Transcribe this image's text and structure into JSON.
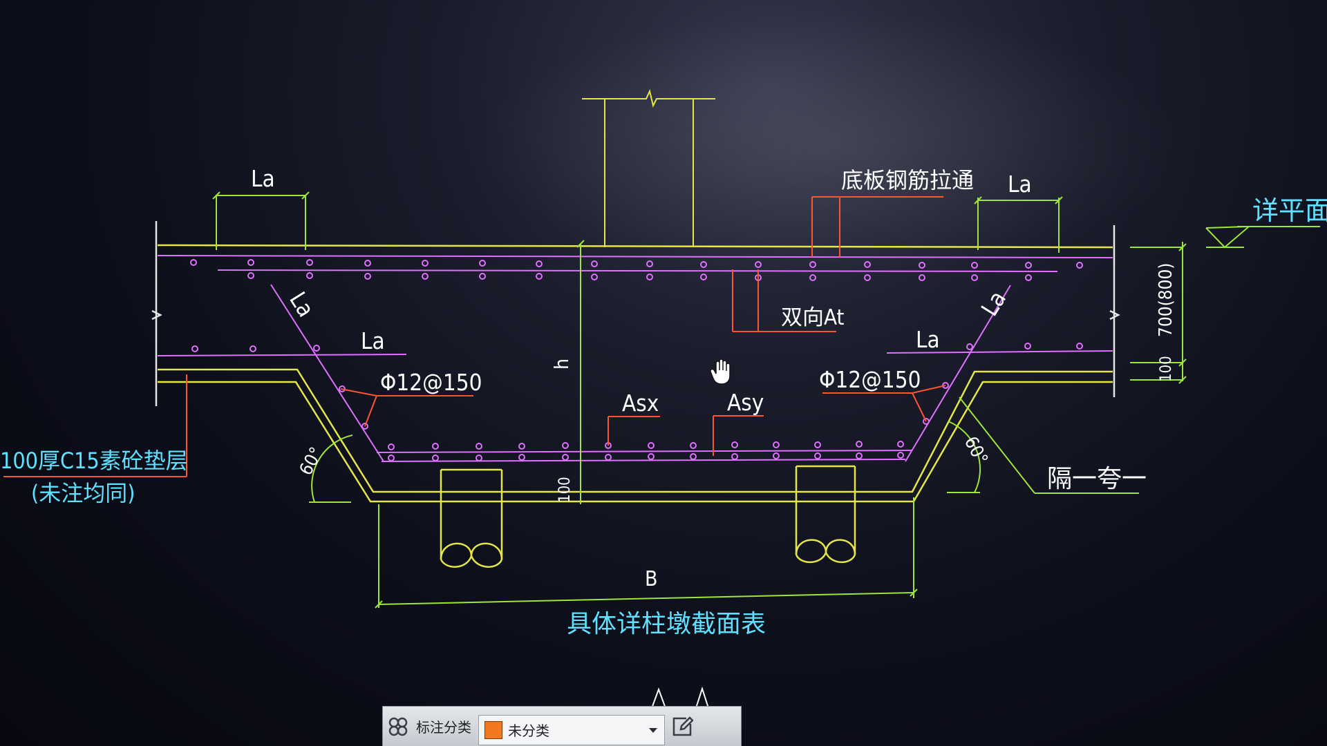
{
  "drawing": {
    "labels": {
      "la_top_left": "La",
      "la_top_right": "La",
      "la_slope_left": "La",
      "la_slope_right": "La",
      "la_mid_left": "La",
      "la_mid_right": "La",
      "rebar_tie": "底板钢筋拉通",
      "bidirectional_at": "双向At",
      "rebar_left": "Φ12@150",
      "rebar_right": "Φ12@150",
      "asx": "Asx",
      "asy": "Asy",
      "height_h": "h",
      "angle_left": "60°",
      "angle_right": "60°",
      "cushion_line1": "100厚C15素砼垫层",
      "cushion_line2": "(未注均同)",
      "detail_plan": "详平面",
      "every_other": "隔一夸一",
      "dim_thickness": "700(800)",
      "dim_100_right": "100",
      "dim_100_bottom": "100",
      "width_b": "B",
      "pile_table_note": "具体详柱墩截面表"
    },
    "colors": {
      "background": "#0b0d18",
      "slab": "#e6e64a",
      "rebar": "#e070ff",
      "dimension": "#9ee63a",
      "leader": "#ff5530",
      "text_white": "#ffffff",
      "text_cyan": "#60e0ff"
    }
  },
  "toolbar": {
    "group_icon": "cluster-icon",
    "label": "标注分类",
    "select_value": "未分类",
    "swatch_color": "#f07820",
    "dropdown_icon": "chevron-down-icon",
    "edit_icon": "edit-icon"
  },
  "cursor": {
    "icon": "hand-pan-icon"
  }
}
